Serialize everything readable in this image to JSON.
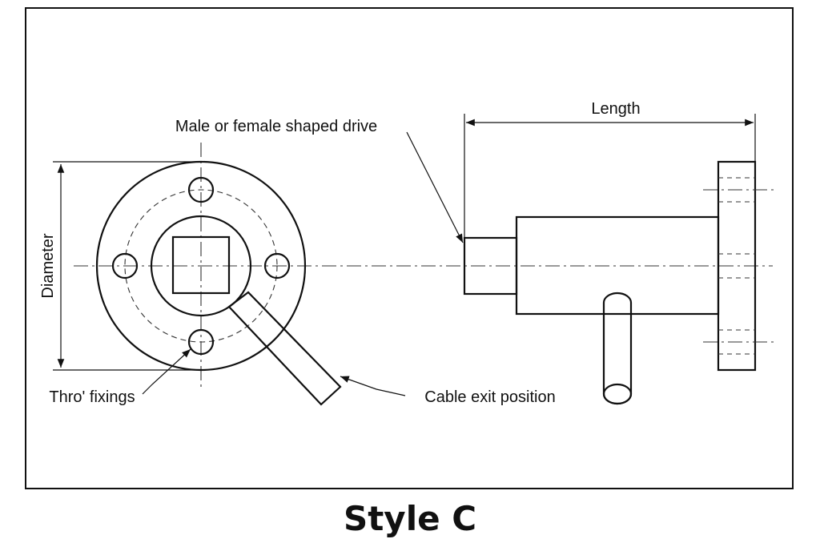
{
  "labels": {
    "drive": "Male or female shaped drive",
    "length": "Length",
    "diameter": "Diameter",
    "fixings": "Thro' fixings",
    "cable": "Cable exit position"
  },
  "caption": "Style C",
  "colors": {
    "line": "#111111",
    "background": "#ffffff"
  }
}
